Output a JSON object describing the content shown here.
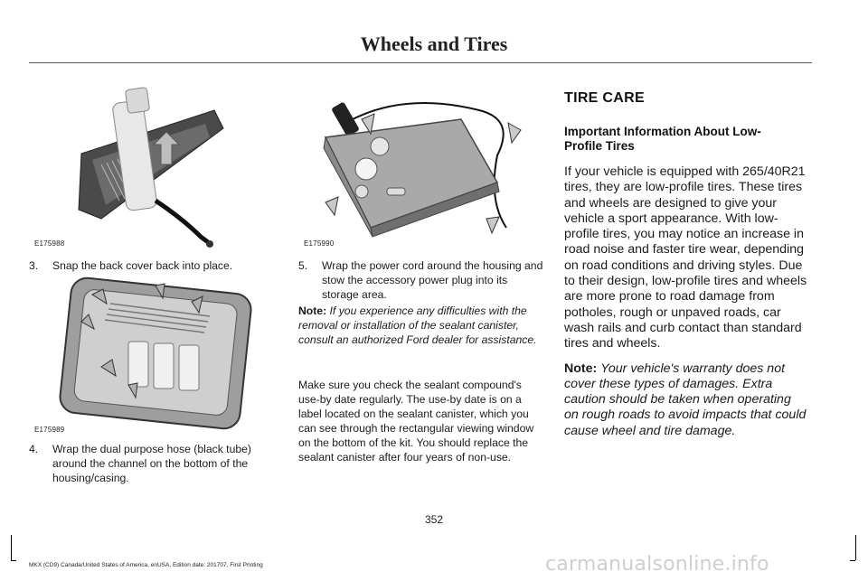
{
  "header": {
    "title": "Wheels and Tires"
  },
  "figures": {
    "fig1": {
      "code": "E175988"
    },
    "fig2": {
      "code": "E175989"
    },
    "fig3": {
      "code": "E175990"
    }
  },
  "steps": [
    {
      "num": "3.",
      "text": "Snap the back cover back into place."
    },
    {
      "num": "4.",
      "text": "Wrap the dual purpose hose (black tube) around the channel on the bottom of the housing/casing."
    },
    {
      "num": "5.",
      "text": "Wrap the power cord around the housing and stow the accessory power plug into its storage area."
    }
  ],
  "col2": {
    "note_label": "Note:",
    "note_text": "If you experience any difficulties with the removal or installation of the sealant canister, consult an authorized Ford dealer for assistance.",
    "para": "Make sure you check the sealant compound's use-by date regularly. The use-by date is on a label located on the sealant canister, which you can see through the rectangular viewing window on the bottom of the kit. You should replace the sealant canister after four years of non-use."
  },
  "col3": {
    "section_heading": "TIRE CARE",
    "sub_heading": "Important Information About Low-Profile Tires",
    "para": "If your vehicle is equipped with 265/40R21 tires, they are low-profile tires. These tires and wheels are designed to give your vehicle a sport appearance. With low-profile tires, you may notice an increase in road noise and faster tire wear, depending on road conditions and driving styles. Due to their design, low-profile tires and wheels are more prone to road damage from potholes, rough or unpaved roads, car wash rails and curb contact than standard tires and wheels.",
    "note_label": "Note:",
    "note_text": "Your vehicle's warranty does not cover these types of damages. Extra caution should be taken when operating on rough roads to avoid impacts that could cause wheel and tire damage."
  },
  "footer": {
    "page_number": "352",
    "edition": "MKX (CD9) Canada/United States of America, enUSA, Edition date: 201707, First Printing",
    "watermark": "carmanualsonline.info"
  }
}
